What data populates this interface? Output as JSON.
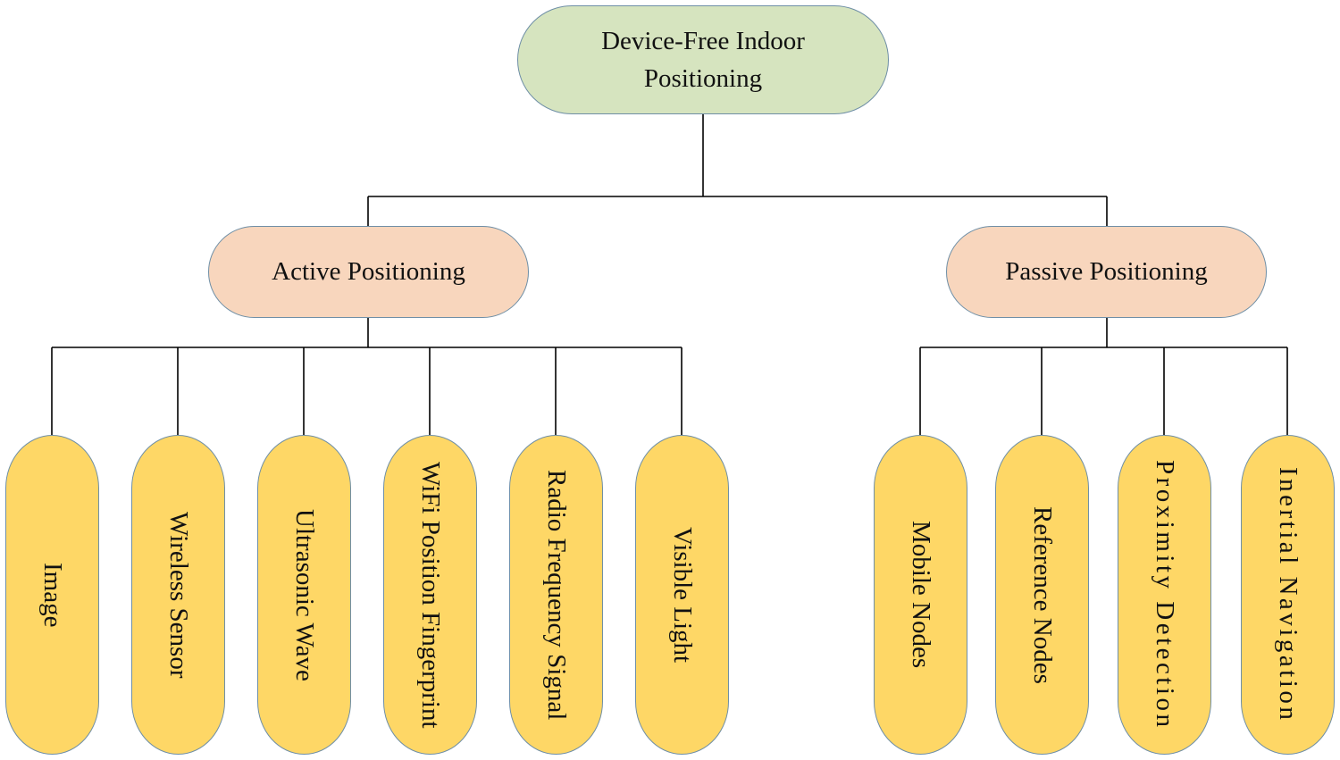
{
  "root": {
    "label_line1": "Device-Free Indoor",
    "label_line2": "Positioning"
  },
  "branches": [
    {
      "label": "Active Positioning",
      "leaves": [
        "Image",
        "Wireless Sensor",
        "Ultrasonic Wave",
        "WiFi Position Fingerprint",
        "Radio Frequency Signal",
        "Visible Light"
      ]
    },
    {
      "label": "Passive Positioning",
      "leaves": [
        "Mobile Nodes",
        "Reference Nodes",
        "Proximity Detection",
        "Inertial Navigation"
      ]
    }
  ],
  "colors": {
    "root_fill": "#d6e4bf",
    "branch_fill": "#f8d6bd",
    "leaf_fill": "#fed766",
    "outline": "#6f8fa6",
    "connector": "#000000"
  }
}
